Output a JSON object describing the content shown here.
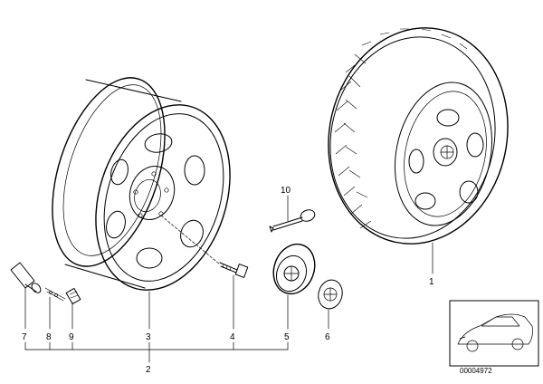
{
  "callouts": [
    {
      "id": "1",
      "label": "1"
    },
    {
      "id": "2",
      "label": "2"
    },
    {
      "id": "3",
      "label": "3"
    },
    {
      "id": "4",
      "label": "4"
    },
    {
      "id": "5",
      "label": "5"
    },
    {
      "id": "6",
      "label": "6"
    },
    {
      "id": "7",
      "label": "7"
    },
    {
      "id": "8",
      "label": "8"
    },
    {
      "id": "9",
      "label": "9"
    },
    {
      "id": "10",
      "label": "10"
    }
  ],
  "doc_number": "00004972",
  "icons": {
    "wheel_rim": "alloy-wheel-rim-icon",
    "tire_wheel": "complete-wheel-tire-icon",
    "valve": "tire-valve-icon",
    "bolt": "wheel-bolt-icon",
    "hub_cap": "hub-cap-icon",
    "emblem": "bmw-emblem-icon",
    "car": "car-thumbnail-icon",
    "tool": "hub-cap-puller-icon"
  }
}
